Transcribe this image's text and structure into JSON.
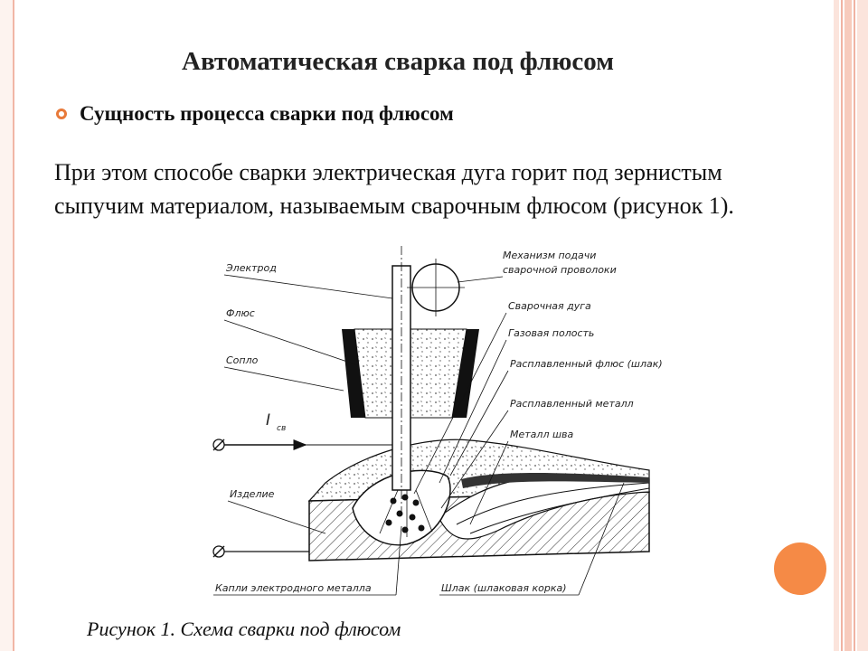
{
  "slide": {
    "title": "Автоматическая сварка под флюсом",
    "bullet": "Сущность процесса сварки под флюсом",
    "paragraph": "При этом способе сварки электрическая дуга горит под зернистым сыпучим материалом, называемым сварочным флюсом (рисунок 1).",
    "caption": "Рисунок 1. Схема сварки под флюсом",
    "colors": {
      "accent_orange": "#f58a46",
      "bullet_ring": "#e87a3a",
      "frame_pink": "#f1b6a6"
    }
  },
  "diagram": {
    "labels": {
      "electrode": "Электрод",
      "flux": "Флюс",
      "nozzle": "Сопло",
      "current": "I",
      "current_sub": "св",
      "workpiece": "Изделие",
      "drops": "Капли электродного металла",
      "feed_mechanism_1": "Механизм подачи",
      "feed_mechanism_2": "сварочной проволоки",
      "arc": "Сварочная дуга",
      "gas_cavity": "Газовая полость",
      "molten_flux": "Расплавленный флюс (шлак)",
      "molten_metal": "Расплавленный металл",
      "weld_metal": "Металл шва",
      "slag": "Шлак (шлаковая корка)",
      "terminal_symbol": "⌀"
    }
  }
}
